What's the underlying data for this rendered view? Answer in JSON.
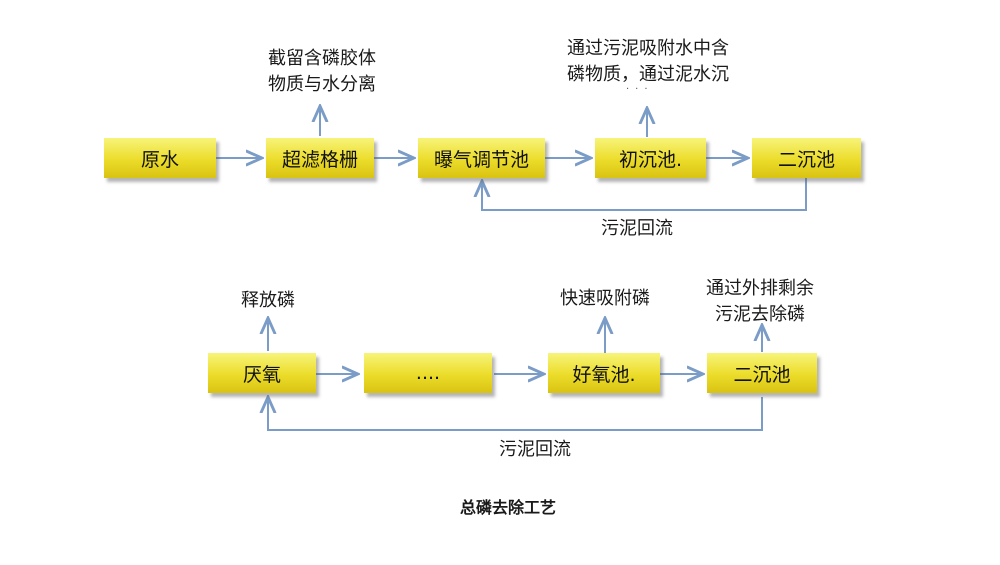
{
  "top_flow": {
    "raw_water": "原水",
    "screen": "超滤格栅",
    "aeration_tank": "曝气调节池",
    "primary_tank": "初沉池.",
    "secondary_tank": "二沉池",
    "screen_note_line1": "截留含磷胶体",
    "screen_note_line2": "物质与水分离",
    "primary_note_line1": "通过污泥吸附水中含",
    "primary_note_line2": "磷物质，通过泥水沉",
    "return_label": "污泥回流"
  },
  "bottom_flow": {
    "anaerobic": "厌氧",
    "ellipsis": "....",
    "aerobic_tank": "好氧池.",
    "secondary_tank": "二沉池",
    "anaerobic_note": "释放磷",
    "aerobic_note": "快速吸附磷",
    "secondary_note_line1": "通过外排剩余",
    "secondary_note_line2": "污泥去除磷",
    "return_label": "污泥回流"
  },
  "caption": "总磷去除工艺",
  "colors": {
    "box_fill": "#ecdc2a",
    "arrow": "#7a9cc6"
  }
}
